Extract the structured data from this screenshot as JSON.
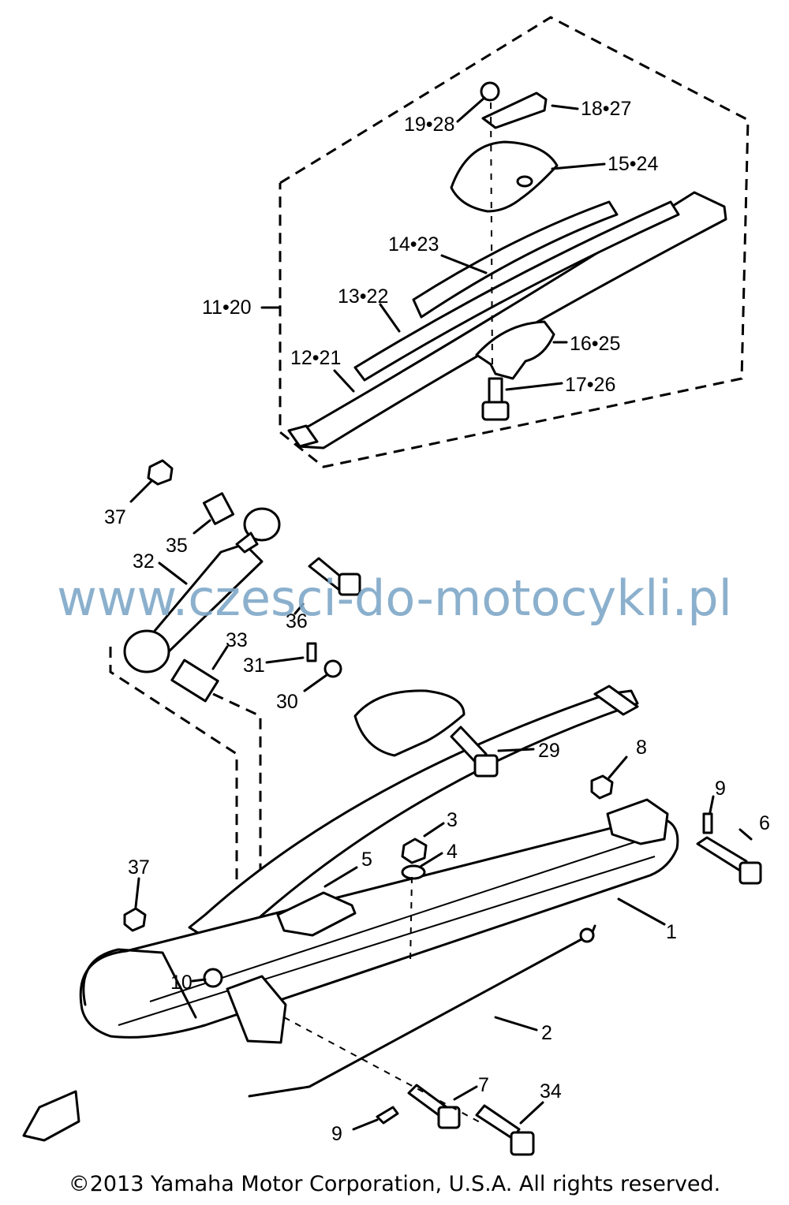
{
  "watermark": "www.czesci-do-motocykli.pl",
  "copyright": "©2013 Yamaha Motor Corporation, U.S.A. All rights reserved.",
  "callouts": {
    "c19_28": "19•28",
    "c18_27": "18•27",
    "c15_24": "15•24",
    "c14_23": "14•23",
    "c11_20": "11•20",
    "c13_22": "13•22",
    "c16_25": "16•25",
    "c12_21": "12•21",
    "c17_26": "17•26",
    "c37a": "37",
    "c35": "35",
    "c32": "32",
    "c36": "36",
    "c33": "33",
    "c31": "31",
    "c30": "30",
    "c29": "29",
    "c8": "8",
    "c9a": "9",
    "c6": "6",
    "c3": "3",
    "c4": "4",
    "c5": "5",
    "c37b": "37",
    "c1": "1",
    "c10": "10",
    "c2": "2",
    "c7": "7",
    "c34": "34",
    "c9b": "9"
  }
}
